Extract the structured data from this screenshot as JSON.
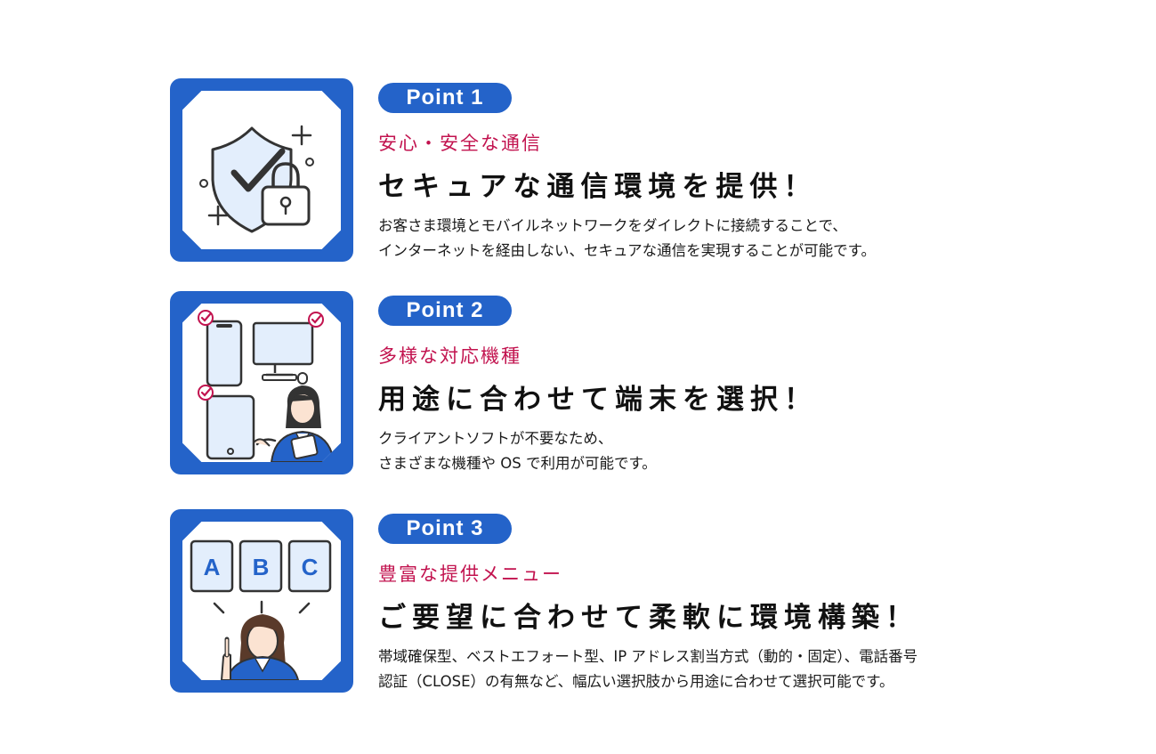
{
  "points": [
    {
      "badge": "Point 1",
      "subtitle": "安心・安全な通信",
      "headline": "セキュアな通信環境を提供！",
      "body_lines": [
        "お客さま環境とモバイルネットワークをダイレクトに接続することで、",
        "インターネットを経由しない、セキュアな通信を実現することが可能です。"
      ],
      "icon": "shield-check-padlock-icon"
    },
    {
      "badge": "Point 2",
      "subtitle": "多様な対応機種",
      "headline": "用途に合わせて端末を選択！",
      "body_lines": [
        "クライアントソフトが不要なため、",
        "さまざまな機種や OS で利用が可能です。"
      ],
      "icon": "devices-person-icon"
    },
    {
      "badge": "Point 3",
      "subtitle": "豊富な提供メニュー",
      "headline": "ご要望に合わせて柔軟に環境構築！",
      "body_lines": [
        "帯域確保型、ベストエフォート型、IP アドレス割当方式（動的・固定）、電話番号",
        "認証（CLOSE）の有無など、幅広い選択肢から用途に合わせて選択可能です。"
      ],
      "icon": "abc-options-person-icon",
      "options": [
        "A",
        "B",
        "C"
      ]
    }
  ],
  "colors": {
    "accent_blue": "#2463c9",
    "subtitle_red": "#c2134f",
    "check_red": "#c2134f"
  }
}
